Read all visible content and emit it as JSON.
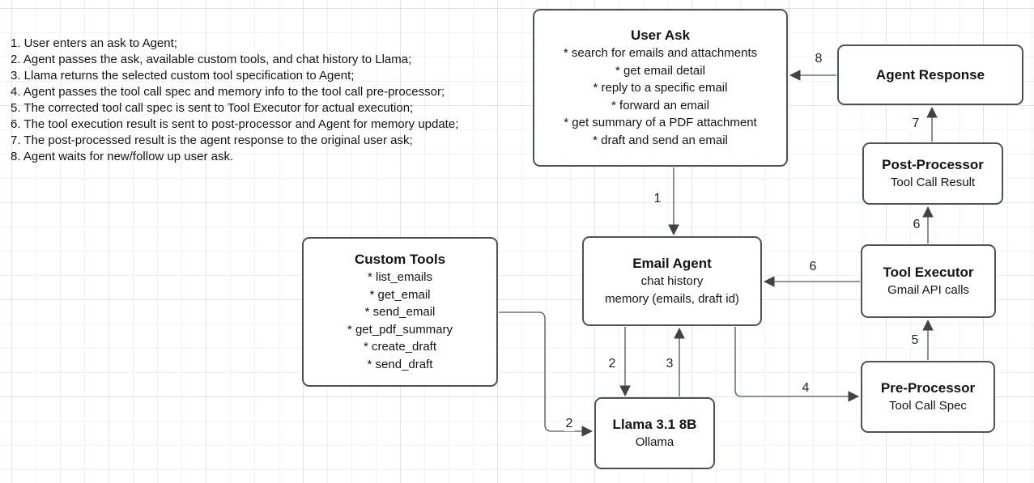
{
  "notes": {
    "items": [
      "1. User enters an ask to Agent;",
      "2. Agent passes the ask, available custom tools, and chat history to Llama;",
      "3. Llama returns the selected custom tool specification to Agent;",
      "4. Agent passes the tool call spec and memory info to the tool call pre-processor;",
      "5. The corrected tool call spec is sent to Tool Executor for actual execution;",
      "6. The tool execution result is sent to post-processor and Agent for memory update;",
      "7. The post-processed result is the agent response to the original user ask;",
      "8. Agent waits for new/follow up user ask."
    ]
  },
  "nodes": {
    "user_ask": {
      "title": "User Ask",
      "lines": [
        "* search for emails and attachments",
        "* get email detail",
        "* reply to a specific email",
        "* forward an email",
        "* get summary of a PDF attachment",
        "* draft and send an email"
      ]
    },
    "agent_response": {
      "title": "Agent Response"
    },
    "post_processor": {
      "title": "Post-Processor",
      "lines": [
        "Tool Call Result"
      ]
    },
    "tool_executor": {
      "title": "Tool Executor",
      "lines": [
        "Gmail API calls"
      ]
    },
    "pre_processor": {
      "title": "Pre-Processor",
      "lines": [
        "Tool Call Spec"
      ]
    },
    "email_agent": {
      "title": "Email Agent",
      "lines": [
        "chat history",
        "memory (emails, draft id)"
      ]
    },
    "custom_tools": {
      "title": "Custom Tools",
      "lines": [
        "* list_emails",
        "* get_email",
        "* send_email",
        "* get_pdf_summary",
        "* create_draft",
        "* send_draft"
      ]
    },
    "llama": {
      "title": "Llama 3.1 8B",
      "lines": [
        "Ollama"
      ]
    }
  },
  "edge_labels": {
    "user_ask_to_email_agent": "1",
    "email_agent_to_llama": "2",
    "custom_tools_to_llama": "2",
    "llama_to_email_agent": "3",
    "email_agent_to_pre_processor": "4",
    "pre_processor_to_tool_executor": "5",
    "tool_executor_to_post_processor": "6",
    "tool_executor_to_email_agent": "6",
    "post_processor_to_agent_response": "7",
    "agent_response_to_user_ask": "8"
  },
  "colors": {
    "node_border": "#4e5257",
    "node_fill": "#ffffff",
    "text": "#141414",
    "edge_stroke": "#6e7278",
    "arrowhead": "#3e4349",
    "grid_minor": "#f2f2f2",
    "grid_major": "#e4e4e4",
    "canvas_bg": "#ffffff"
  }
}
